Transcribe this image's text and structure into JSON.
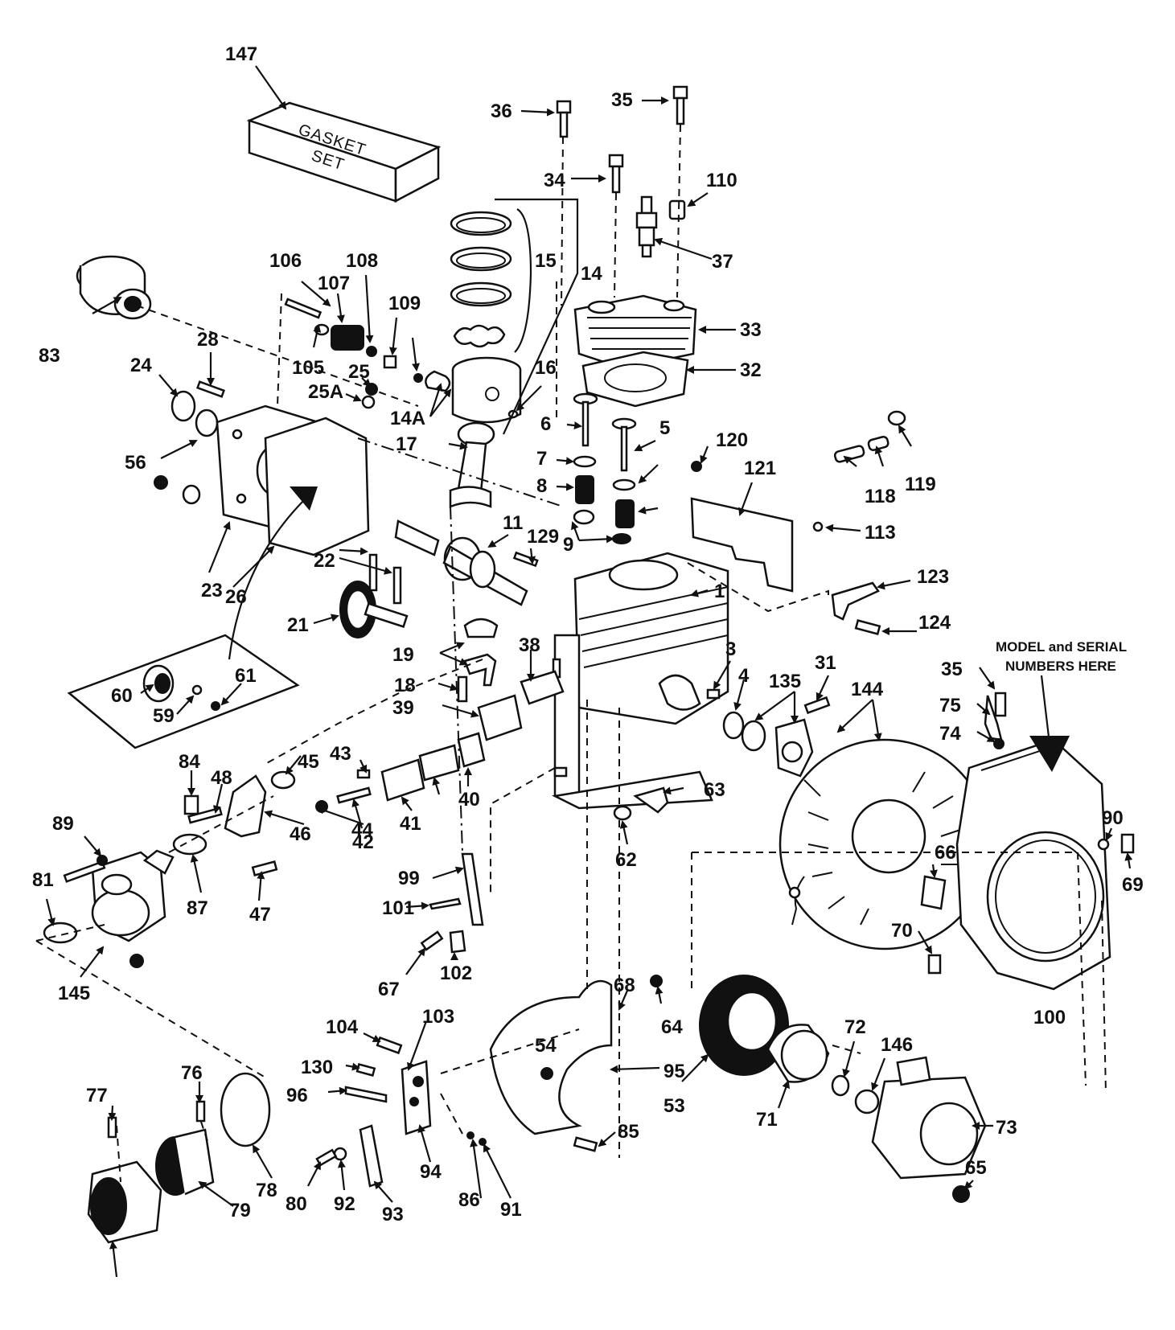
{
  "gasket_set": {
    "line1": "GASKET",
    "line2": "SET"
  },
  "note": {
    "line1": "MODEL and SERIAL",
    "line2": "NUMBERS HERE"
  },
  "callouts": [
    "147",
    "36",
    "35",
    "34",
    "110",
    "37",
    "15",
    "14",
    "33",
    "32",
    "16",
    "14A",
    "106",
    "107",
    "108",
    "109",
    "105",
    "25",
    "25A",
    "83",
    "28",
    "24",
    "56",
    "6",
    "5",
    "7",
    "8",
    "9",
    "17",
    "120",
    "121",
    "118",
    "119",
    "113",
    "11",
    "129",
    "1",
    "123",
    "124",
    "22",
    "21",
    "23",
    "26",
    "61",
    "60",
    "59",
    "3",
    "4",
    "135",
    "31",
    "144",
    "35",
    "75",
    "74",
    "19",
    "18",
    "38",
    "39",
    "40",
    "41",
    "42",
    "43",
    "44",
    "45",
    "46",
    "47",
    "48",
    "84",
    "87",
    "89",
    "81",
    "145",
    "62",
    "63",
    "66",
    "90",
    "69",
    "70",
    "100",
    "99",
    "101",
    "102",
    "67",
    "68",
    "64",
    "95",
    "104",
    "103",
    "130",
    "96",
    "54",
    "53",
    "71",
    "72",
    "146",
    "73",
    "65",
    "85",
    "86",
    "91",
    "94",
    "93",
    "92",
    "80",
    "77",
    "76",
    "78",
    "79"
  ],
  "colors": {
    "ink": "#111111",
    "paper": "#ffffff"
  }
}
